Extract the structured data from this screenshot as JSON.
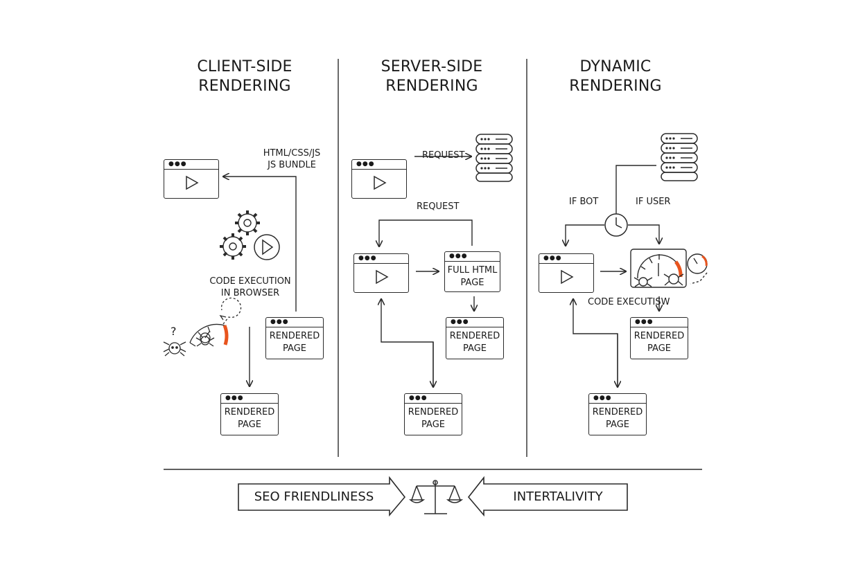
{
  "columns": {
    "csr": {
      "title_line1": "CLIENT-SIDE",
      "title_line2": "RENDERING",
      "bundle_line1": "HTML/CSS/JS",
      "bundle_line2": "JS BUNDLE",
      "exec_line1": "CODE EXECUTION",
      "exec_line2": "IN BROWSER",
      "crawler_question": "?",
      "rendered1": [
        "RENDERED",
        "PAGE"
      ],
      "rendered2": [
        "RENDERED",
        "PAGE"
      ]
    },
    "ssr": {
      "title_line1": "SERVER-SIDE",
      "title_line2": "RENDERING",
      "request1": "REQUEST",
      "request2": "REQUEST",
      "full_html": [
        "FULL HTML",
        "PAGE"
      ],
      "rendered1": [
        "RENDERED",
        "PAGE"
      ],
      "rendered2": [
        "RENDERED",
        "PAGE"
      ]
    },
    "dyn": {
      "title_line1": "DYNAMIC",
      "title_line2": "RENDERING",
      "if_bot": "IF BOT",
      "if_user": "IF USER",
      "code_exec": "CODE EXECUTISW",
      "rendered1": [
        "RENDERED",
        "PAGE"
      ],
      "rendered2": [
        "RENDERED",
        "PAGE"
      ]
    }
  },
  "footer": {
    "left_label": "SEO FRIENDLINESS",
    "right_label": "INTERTALIVITY",
    "center_icon": "balance-scale-icon"
  },
  "colors": {
    "line": "#2a2a2a",
    "accent": "#e8541e"
  }
}
